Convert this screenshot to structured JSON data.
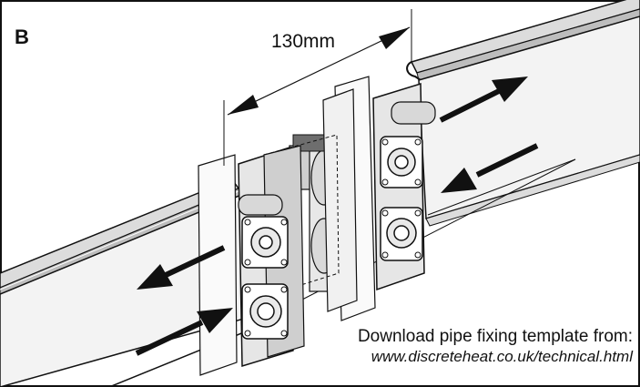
{
  "figure": {
    "panel_label": "B",
    "dimension_label": "130mm",
    "caption": {
      "line1": "Download pipe fixing template from:",
      "line2": "www.discreteheat.co.uk/technical.html"
    }
  },
  "colors": {
    "ink": "#111111",
    "rail_face": "#f3f3f3",
    "rail_top": "#dcdcdc",
    "shadow": "#8a8a8a"
  }
}
